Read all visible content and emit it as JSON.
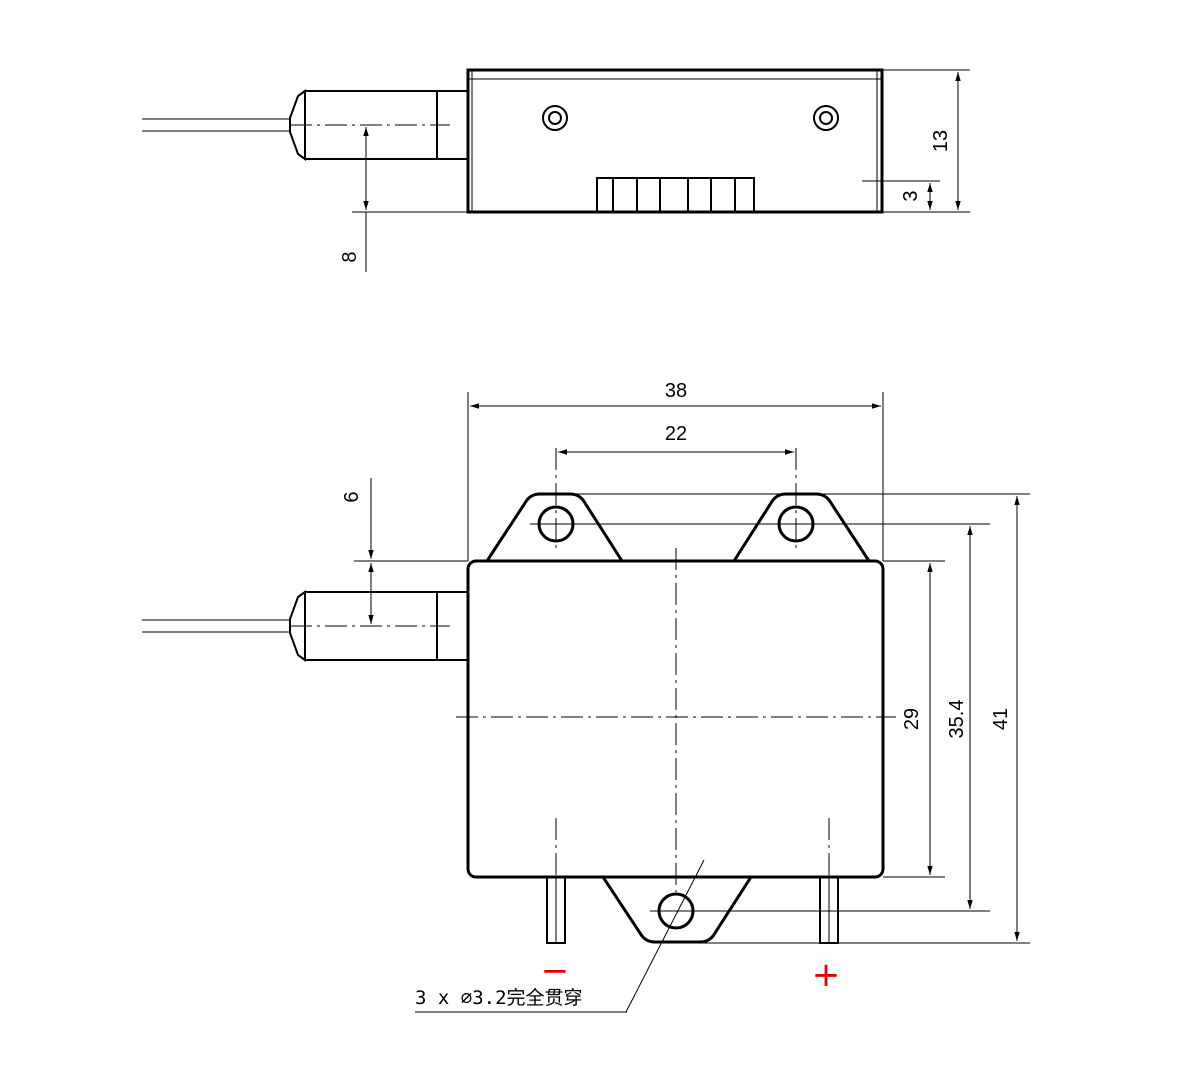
{
  "dimensions": {
    "side_height": "13",
    "side_base_offset": "3",
    "side_fiber_height": "8",
    "top_overall_width": "38",
    "top_hole_pitch": "22",
    "top_fiber_offset": "6",
    "top_body_height": "29",
    "top_hole_span": "35.4",
    "top_overall_height": "41"
  },
  "terminals": {
    "negative": "−",
    "positive": "+"
  },
  "note": "3 x  ∅3.2完全贯穿",
  "colors": {
    "line": "#000000",
    "terminal_mark": "#e00000"
  }
}
